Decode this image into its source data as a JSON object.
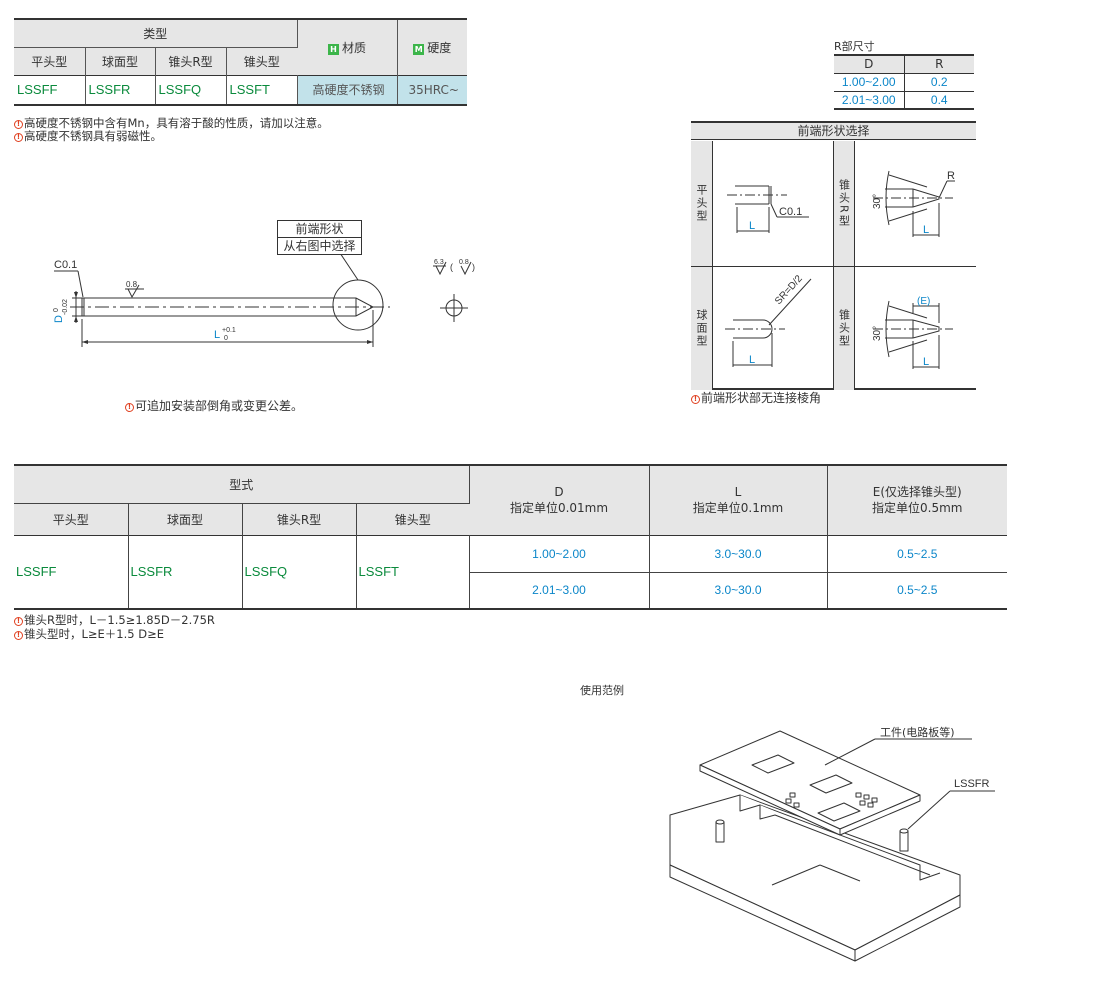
{
  "type_table": {
    "type_header": "类型",
    "material_tag": "H",
    "material_header": "材质",
    "hardness_tag": "M",
    "hardness_header": "硬度",
    "subtypes": [
      "平头型",
      "球面型",
      "锥头R型",
      "锥头型"
    ],
    "codes": [
      "LSSFF",
      "LSSFR",
      "LSSFQ",
      "LSSFT"
    ],
    "material": "高硬度不锈钢",
    "hardness": "35HRC~"
  },
  "notes_top": [
    "高硬度不锈钢中含有Mn，具有溶于酸的性质，请加以注意。",
    "高硬度不锈钢具有弱磁性。"
  ],
  "main_drawing": {
    "chamfer": "C0.1",
    "roughness": "0.8",
    "d_label": "D",
    "d_tol_upper": "0",
    "d_tol_lower": "-0.02",
    "l_label": "L",
    "l_tol_upper": "+0.1",
    "l_tol_lower": "0",
    "callout_line1": "前端形状",
    "callout_line2": "从右图中选择",
    "surface_symbol": "6.3",
    "surface_symbol2": "0.8",
    "note": "可追加安装部倒角或变更公差。"
  },
  "r_table": {
    "caption": "R部尺寸",
    "headers": [
      "D",
      "R"
    ],
    "rows": [
      [
        "1.00~2.00",
        "0.2"
      ],
      [
        "2.01~3.00",
        "0.4"
      ]
    ]
  },
  "shape_box": {
    "title": "前端形状选择",
    "labels": [
      "平头型",
      "锥头R型",
      "球面型",
      "锥头型"
    ],
    "flat_chamfer": "C0.1",
    "flat_l": "L",
    "cone_r_angle": "30°",
    "cone_r_r": "R",
    "cone_r_l": "L",
    "ball_sr": "SR=D/2",
    "ball_l": "L",
    "cone_angle": "30°",
    "cone_e": "(E)",
    "cone_l": "L",
    "note": "前端形状部无连接棱角"
  },
  "spec_table": {
    "model_header": "型式",
    "subtypes": [
      "平头型",
      "球面型",
      "锥头R型",
      "锥头型"
    ],
    "codes": [
      "LSSFF",
      "LSSFR",
      "LSSFQ",
      "LSSFT"
    ],
    "d_header": "D",
    "d_unit": "指定单位0.01mm",
    "l_header": "L",
    "l_unit": "指定单位0.1mm",
    "e_header": "E(仅选择锥头型)",
    "e_unit": "指定单位0.5mm",
    "rows": [
      {
        "d": "1.00~2.00",
        "l": "3.0~30.0",
        "e": "0.5~2.5"
      },
      {
        "d": "2.01~3.00",
        "l": "3.0~30.0",
        "e": "0.5~2.5"
      }
    ]
  },
  "notes_bottom": [
    "锥头R型时，L－1.5≥1.85D－2.75R",
    "锥头型时，L≥E＋1.5 D≥E"
  ],
  "usage": {
    "title": "使用范例",
    "workpiece_label": "工件(电路板等)",
    "pin_label": "LSSFR"
  }
}
